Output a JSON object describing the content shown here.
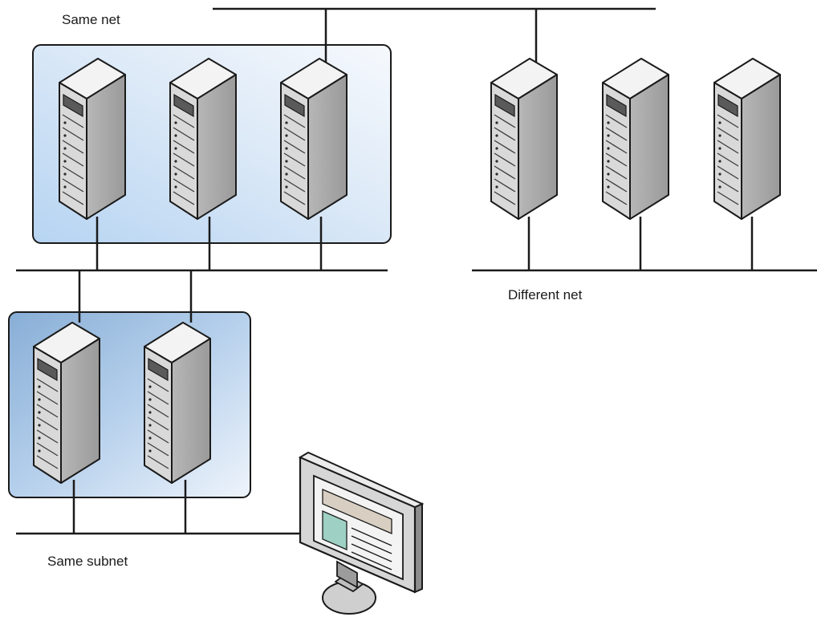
{
  "labels": {
    "same_net": "Same net",
    "different_net": "Different net",
    "same_subnet": "Same subnet"
  },
  "groups": {
    "same_net": {
      "server_count": 3
    },
    "different_net": {
      "server_count": 3
    },
    "same_subnet": {
      "server_count": 2
    }
  },
  "icons": [
    "server-icon",
    "monitor-icon"
  ],
  "colors": {
    "line": "#1a1a1a",
    "server_front": "#dcdcdc",
    "server_side": "#a9a9a9",
    "server_top": "#f4f4f4",
    "panel_blue": "#b9d6f2",
    "panel_blue_dark": "#8fb2d6"
  }
}
